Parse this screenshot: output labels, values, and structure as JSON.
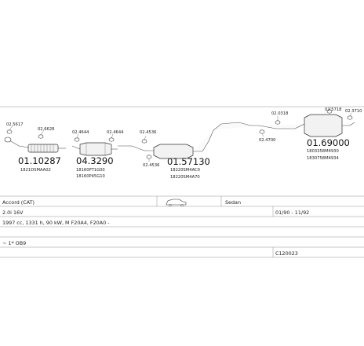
{
  "parts": [
    {
      "id": "p1",
      "number": "01.10287",
      "oem": [
        "1821DSMAA02"
      ]
    },
    {
      "id": "p2",
      "number": "04.3290",
      "oem": [
        "18160PT1G00",
        "18160P45G10"
      ]
    },
    {
      "id": "p3",
      "number": "01.57130",
      "oem": [
        "18220SM4AC0",
        "18220SM4A70"
      ]
    },
    {
      "id": "p4",
      "number": "01.69000",
      "oem": [
        "1803358M4930",
        "1830758M4934"
      ]
    }
  ],
  "clamps": [
    {
      "id": "c1",
      "code": "02.5617"
    },
    {
      "id": "c2",
      "code": "02.6628"
    },
    {
      "id": "c3",
      "code": "02.4644"
    },
    {
      "id": "c4",
      "code": "02.4644"
    },
    {
      "id": "c5",
      "code": "02.4536"
    },
    {
      "id": "c6",
      "code": "02.4536"
    },
    {
      "id": "c7",
      "code": "02.4700"
    },
    {
      "id": "c8",
      "code": "02.0318"
    },
    {
      "id": "c9",
      "code": "02.5718"
    },
    {
      "id": "c10",
      "code": "02.3710"
    }
  ],
  "vehicle": {
    "model": "Accord (CAT)",
    "body": "Sedan",
    "engine": "2.0i 16V",
    "years": "01/90 - 11/92",
    "specs": "1997 cc, 1331 h, 90 kW, M F20A4, F20A0 -",
    "note": "~ 1* OB9",
    "reference": "C120023"
  },
  "icons": {
    "car": "sedan-car-icon"
  }
}
